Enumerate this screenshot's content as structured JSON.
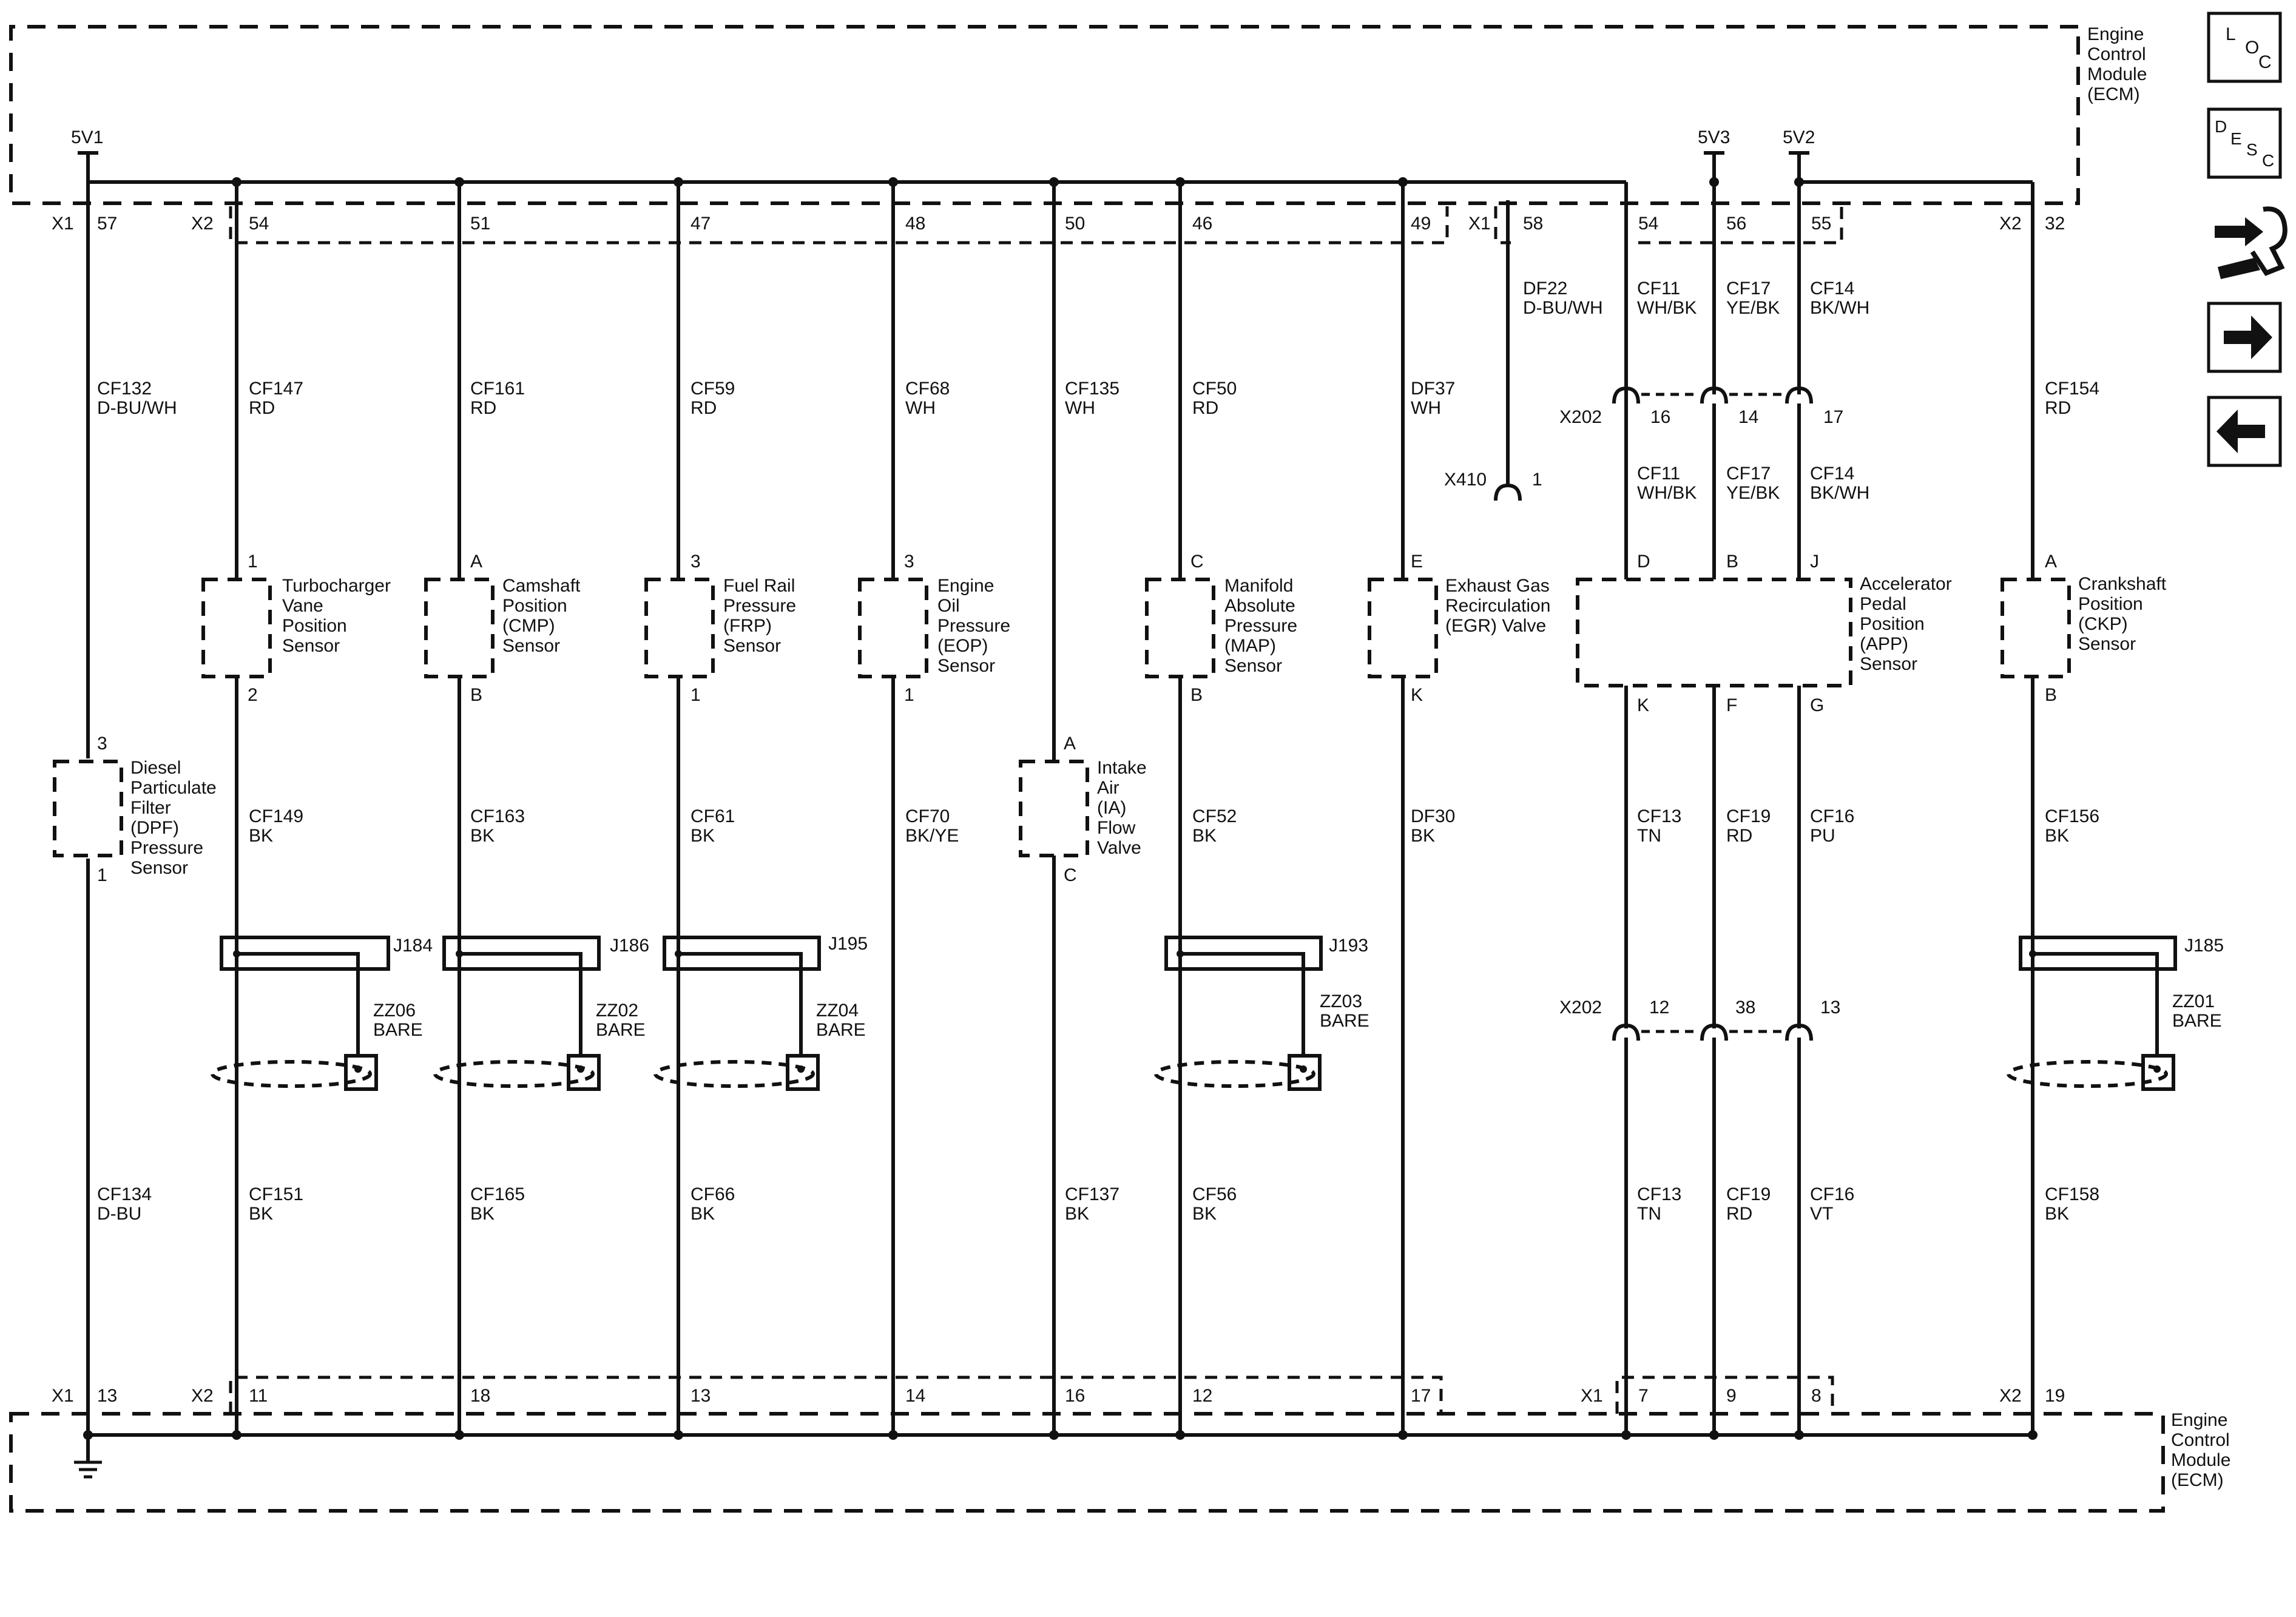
{
  "ecm": {
    "label_lines": [
      "Engine",
      "Control",
      "Module",
      "(ECM)"
    ]
  },
  "rails": {
    "v1": "5V1",
    "v3": "5V3",
    "v2": "5V2"
  },
  "top_connectors": {
    "x1": "X1",
    "x2": "X2",
    "x2b": "X2",
    "x1b": "X1"
  },
  "bottom_connectors": {
    "x1": "X1",
    "x2": "X2",
    "x1b": "X1",
    "x2b": "X2"
  },
  "circuits": [
    {
      "id": "dpf",
      "top_pin": "57",
      "bottom_pin": "13",
      "wire_top": [
        "CF132",
        "D-BU/WH"
      ],
      "wire_bottom": [
        "CF134",
        "D-BU"
      ],
      "comp_pin_top": "3",
      "comp_pin_bottom": "1",
      "comp_name": [
        "Diesel",
        "Particulate",
        "Filter",
        "(DPF)",
        "Pressure",
        "Sensor"
      ]
    },
    {
      "id": "turbo",
      "top_pin": "54",
      "bottom_pin": "11",
      "wire_top": [
        "CF147",
        "RD"
      ],
      "wire_mid": [
        "CF149",
        "BK"
      ],
      "wire_bottom": [
        "CF151",
        "BK"
      ],
      "comp_pin_top": "1",
      "comp_pin_bottom": "2",
      "comp_name": [
        "Turbocharger",
        "Vane",
        "Position",
        "Sensor"
      ],
      "splice": "J184",
      "shield": [
        "ZZ06",
        "BARE"
      ]
    },
    {
      "id": "cmp",
      "top_pin": "51",
      "bottom_pin": "18",
      "wire_top": [
        "CF161",
        "RD"
      ],
      "wire_mid": [
        "CF163",
        "BK"
      ],
      "wire_bottom": [
        "CF165",
        "BK"
      ],
      "comp_pin_top": "A",
      "comp_pin_bottom": "B",
      "comp_name": [
        "Camshaft",
        "Position",
        "(CMP)",
        "Sensor"
      ],
      "splice": "J186",
      "shield": [
        "ZZ02",
        "BARE"
      ]
    },
    {
      "id": "frp",
      "top_pin": "47",
      "bottom_pin": "13",
      "wire_top": [
        "CF59",
        "RD"
      ],
      "wire_mid": [
        "CF61",
        "BK"
      ],
      "wire_bottom": [
        "CF66",
        "BK"
      ],
      "comp_pin_top": "3",
      "comp_pin_bottom": "1",
      "comp_name": [
        "Fuel Rail",
        "Pressure",
        "(FRP)",
        "Sensor"
      ],
      "splice": "J195",
      "shield": [
        "ZZ04",
        "BARE"
      ]
    },
    {
      "id": "eop",
      "top_pin": "48",
      "bottom_pin": "14",
      "wire_top": [
        "CF68",
        "WH"
      ],
      "wire_mid": [
        "CF70",
        "BK/YE"
      ],
      "comp_pin_top": "3",
      "comp_pin_bottom": "1",
      "comp_name": [
        "Engine",
        "Oil",
        "Pressure",
        "(EOP)",
        "Sensor"
      ]
    },
    {
      "id": "ia",
      "top_pin": "50",
      "bottom_pin": "16",
      "wire_top": [
        "CF135",
        "WH"
      ],
      "wire_bottom": [
        "CF137",
        "BK"
      ],
      "comp_pin_top": "A",
      "comp_pin_bottom": "C",
      "comp_name": [
        "Intake",
        "Air",
        "(IA)",
        "Flow",
        "Valve"
      ]
    },
    {
      "id": "map",
      "top_pin": "46",
      "bottom_pin": "12",
      "wire_top": [
        "CF50",
        "RD"
      ],
      "wire_mid": [
        "CF52",
        "BK"
      ],
      "wire_bottom": [
        "CF56",
        "BK"
      ],
      "comp_pin_top": "C",
      "comp_pin_bottom": "B",
      "comp_name": [
        "Manifold",
        "Absolute",
        "Pressure",
        "(MAP)",
        "Sensor"
      ],
      "splice": "J193",
      "shield": [
        "ZZ03",
        "BARE"
      ]
    },
    {
      "id": "egr",
      "top_pin": "49",
      "bottom_pin": "17",
      "wire_top": [
        "DF37",
        "WH"
      ],
      "wire_mid": [
        "DF30",
        "BK"
      ],
      "comp_pin_top": "E",
      "comp_pin_bottom": "K",
      "comp_name": [
        "Exhaust Gas",
        "Recirculation",
        "(EGR) Valve"
      ]
    },
    {
      "id": "x410",
      "top_pin": "58",
      "wire_top": [
        "DF22",
        "D-BU/WH"
      ],
      "term_connector": "X410",
      "term_pin": "1"
    },
    {
      "id": "app1",
      "top_pin": "54",
      "bottom_pin": "7",
      "wire_top": [
        "CF11",
        "WH/BK"
      ],
      "wire_top2": [
        "CF11",
        "WH/BK"
      ],
      "x202_upper_pin": "16",
      "comp_pin_top": "D",
      "comp_pin_bottom": "K",
      "wire_mid": [
        "CF13",
        "TN"
      ],
      "x202_lower_pin": "12",
      "wire_bottom": [
        "CF13",
        "TN"
      ]
    },
    {
      "id": "app2",
      "top_pin": "56",
      "bottom_pin": "9",
      "wire_top": [
        "CF17",
        "YE/BK"
      ],
      "wire_top2": [
        "CF17",
        "YE/BK"
      ],
      "x202_upper_pin": "14",
      "comp_pin_top": "B",
      "comp_pin_bottom": "F",
      "wire_mid": [
        "CF19",
        "RD"
      ],
      "x202_lower_pin": "38",
      "wire_bottom": [
        "CF19",
        "RD"
      ]
    },
    {
      "id": "app3",
      "top_pin": "55",
      "bottom_pin": "8",
      "wire_top": [
        "CF14",
        "BK/WH"
      ],
      "wire_top2": [
        "CF14",
        "BK/WH"
      ],
      "x202_upper_pin": "17",
      "comp_pin_top": "J",
      "comp_pin_bottom": "G",
      "wire_mid": [
        "CF16",
        "PU"
      ],
      "x202_lower_pin": "13",
      "wire_bottom": [
        "CF16",
        "VT"
      ]
    },
    {
      "id": "ckp",
      "top_pin": "32",
      "bottom_pin": "19",
      "wire_top": [
        "CF154",
        "RD"
      ],
      "wire_mid": [
        "CF156",
        "BK"
      ],
      "wire_bottom": [
        "CF158",
        "BK"
      ],
      "comp_pin_top": "A",
      "comp_pin_bottom": "B",
      "comp_name": [
        "Crankshaft",
        "Position",
        "(CKP)",
        "Sensor"
      ],
      "splice": "J185",
      "shield": [
        "ZZ01",
        "BARE"
      ]
    }
  ],
  "app_sensor": {
    "name": [
      "Accelerator",
      "Pedal",
      "Position",
      "(APP)",
      "Sensor"
    ]
  },
  "x202": {
    "upper": "X202",
    "lower": "X202"
  },
  "sidebar": {
    "loc": {
      "l": "L",
      "o": "O",
      "c": "C"
    },
    "desc": {
      "d": "D",
      "e": "E",
      "s": "S",
      "c": "C"
    },
    "icons": [
      "loc-icon",
      "desc-icon",
      "connector-wrench-icon",
      "arrow-right-icon",
      "arrow-left-icon"
    ]
  },
  "colors": {
    "line": "#111111",
    "background": "#ffffff"
  }
}
